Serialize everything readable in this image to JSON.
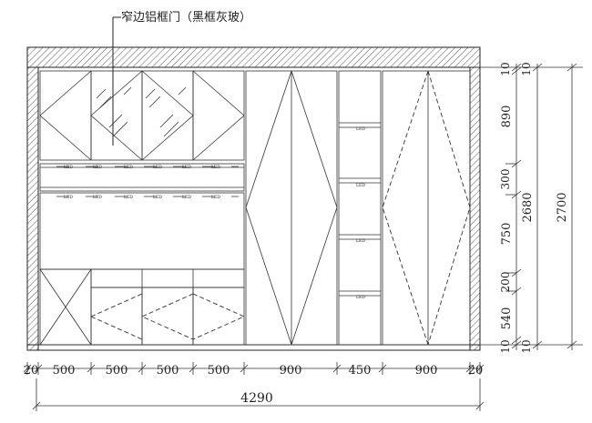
{
  "title_note": "窄边铝框门（黑框灰玻）",
  "led_label": "LED",
  "widths": {
    "labels": [
      "20",
      "500",
      "500",
      "500",
      "500",
      "900",
      "450",
      "900",
      "20"
    ],
    "total": "4290"
  },
  "heights": {
    "labels": [
      "10",
      "890",
      "300",
      "750",
      "200",
      "540",
      "10"
    ],
    "inner_total": "2680",
    "outer_total": "2700"
  },
  "top_band_labels": [
    "10",
    "10"
  ]
}
